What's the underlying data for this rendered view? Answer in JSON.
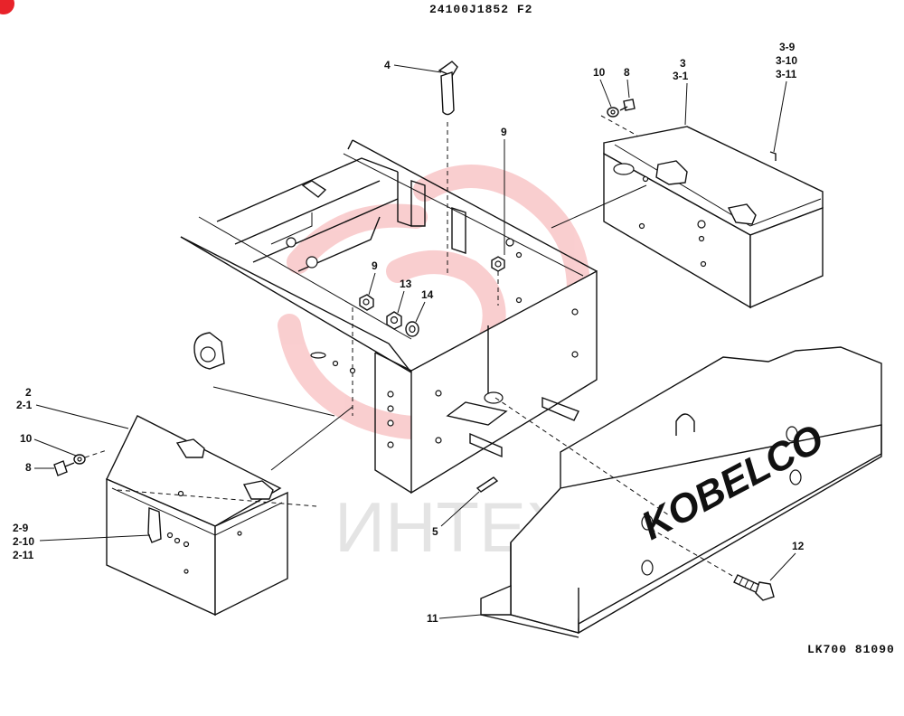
{
  "header": {
    "drawing_number": "24100J1852 F2"
  },
  "footer": {
    "code": "LK700  81090"
  },
  "watermark": {
    "text": "ИНТЕХ",
    "color": "#e8232a"
  },
  "corner_mark": {
    "color": "#e8232a"
  },
  "brand": {
    "text": "KOBELCO"
  },
  "callouts": {
    "c4": "4",
    "c10a": "10",
    "c8a": "8",
    "c3": "3",
    "c3_1": "3-1",
    "c3_9": "3-9",
    "c3_10": "3-10",
    "c3_11": "3-11",
    "c9a": "9",
    "c9b": "9",
    "c13": "13",
    "c14": "14",
    "c2": "2",
    "c2_1": "2-1",
    "c10b": "10",
    "c8b": "8",
    "c2_9": "2-9",
    "c2_10": "2-10",
    "c2_11": "2-11",
    "c5": "5",
    "c11": "11",
    "c12": "12"
  }
}
